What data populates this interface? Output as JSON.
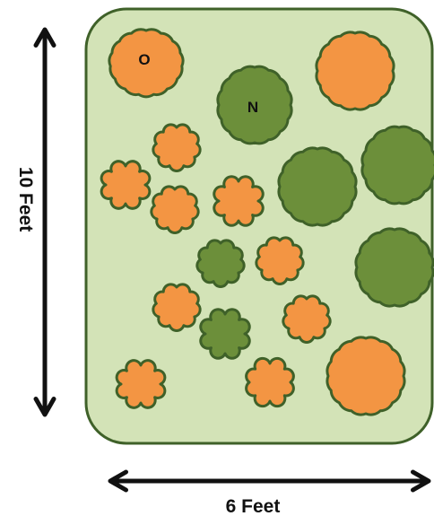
{
  "dimensions": {
    "height_label": "10 Feet",
    "width_label": "6 Feet"
  },
  "labels": {
    "orange_marker": "O",
    "green_marker": "N"
  },
  "colors": {
    "plot_fill": "#d3e3b7",
    "plot_stroke": "#3f6129",
    "orange_fill": "#f39543",
    "green_fill": "#6c8f3a",
    "outline": "#3f6129",
    "arrow": "#111111"
  },
  "bushes": [
    {
      "type": "orange",
      "label": "O"
    },
    {
      "type": "green",
      "label": "N"
    },
    {
      "type": "orange"
    },
    {
      "type": "orange"
    },
    {
      "type": "orange"
    },
    {
      "type": "orange"
    },
    {
      "type": "orange"
    },
    {
      "type": "green"
    },
    {
      "type": "green"
    },
    {
      "type": "green"
    },
    {
      "type": "orange"
    },
    {
      "type": "green"
    },
    {
      "type": "orange"
    },
    {
      "type": "orange"
    },
    {
      "type": "green"
    },
    {
      "type": "orange"
    },
    {
      "type": "orange"
    },
    {
      "type": "orange"
    }
  ]
}
